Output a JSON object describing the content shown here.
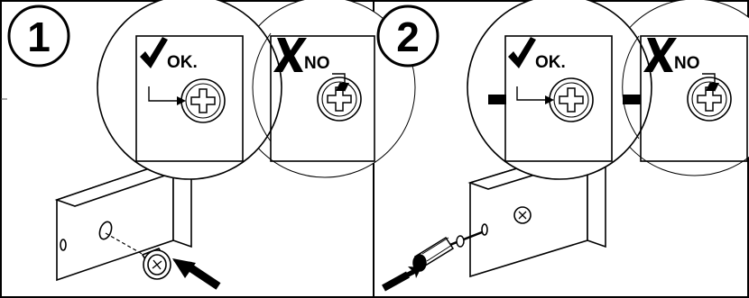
{
  "panels": [
    {
      "step": "1",
      "ok_label": "OK.",
      "no_label": "NO"
    },
    {
      "step": "2",
      "ok_label": "OK.",
      "no_label": "NO"
    }
  ],
  "colors": {
    "ink": "#000000",
    "paper": "#ffffff",
    "rule": "#555555"
  }
}
